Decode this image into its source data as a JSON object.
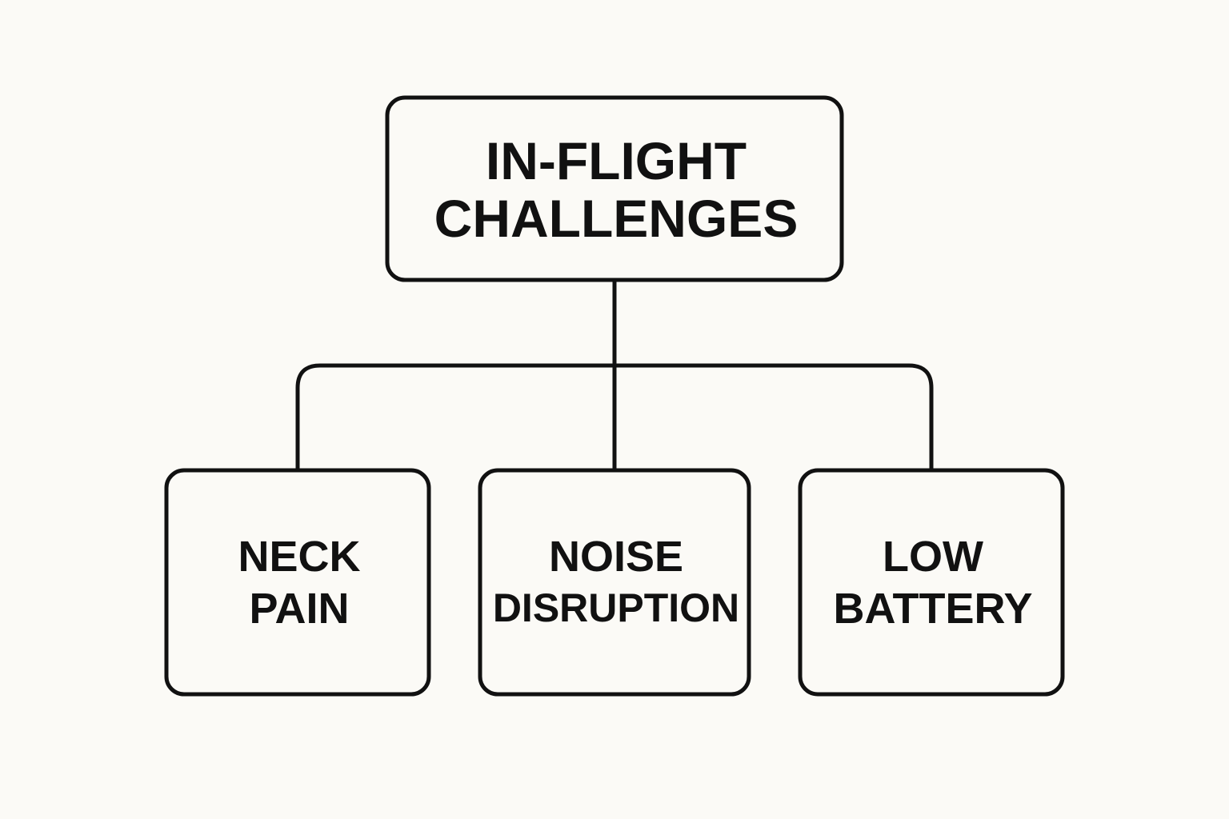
{
  "diagram": {
    "type": "tree",
    "background_color": "#fbfaf6",
    "stroke_color": "#111111",
    "text_color": "#111111",
    "root": {
      "id": "root",
      "lines": [
        "IN-FLIGHT",
        "CHALLENGES"
      ]
    },
    "children": [
      {
        "id": "neck-pain",
        "lines": [
          "NECK",
          "PAIN"
        ]
      },
      {
        "id": "noise-disruption",
        "lines": [
          "NOISE",
          "DISRUPTION"
        ]
      },
      {
        "id": "low-battery",
        "lines": [
          "LOW",
          "BATTERY"
        ]
      }
    ],
    "edges": [
      {
        "from": "root",
        "to": "neck-pain"
      },
      {
        "from": "root",
        "to": "noise-disruption"
      },
      {
        "from": "root",
        "to": "low-battery"
      }
    ]
  }
}
